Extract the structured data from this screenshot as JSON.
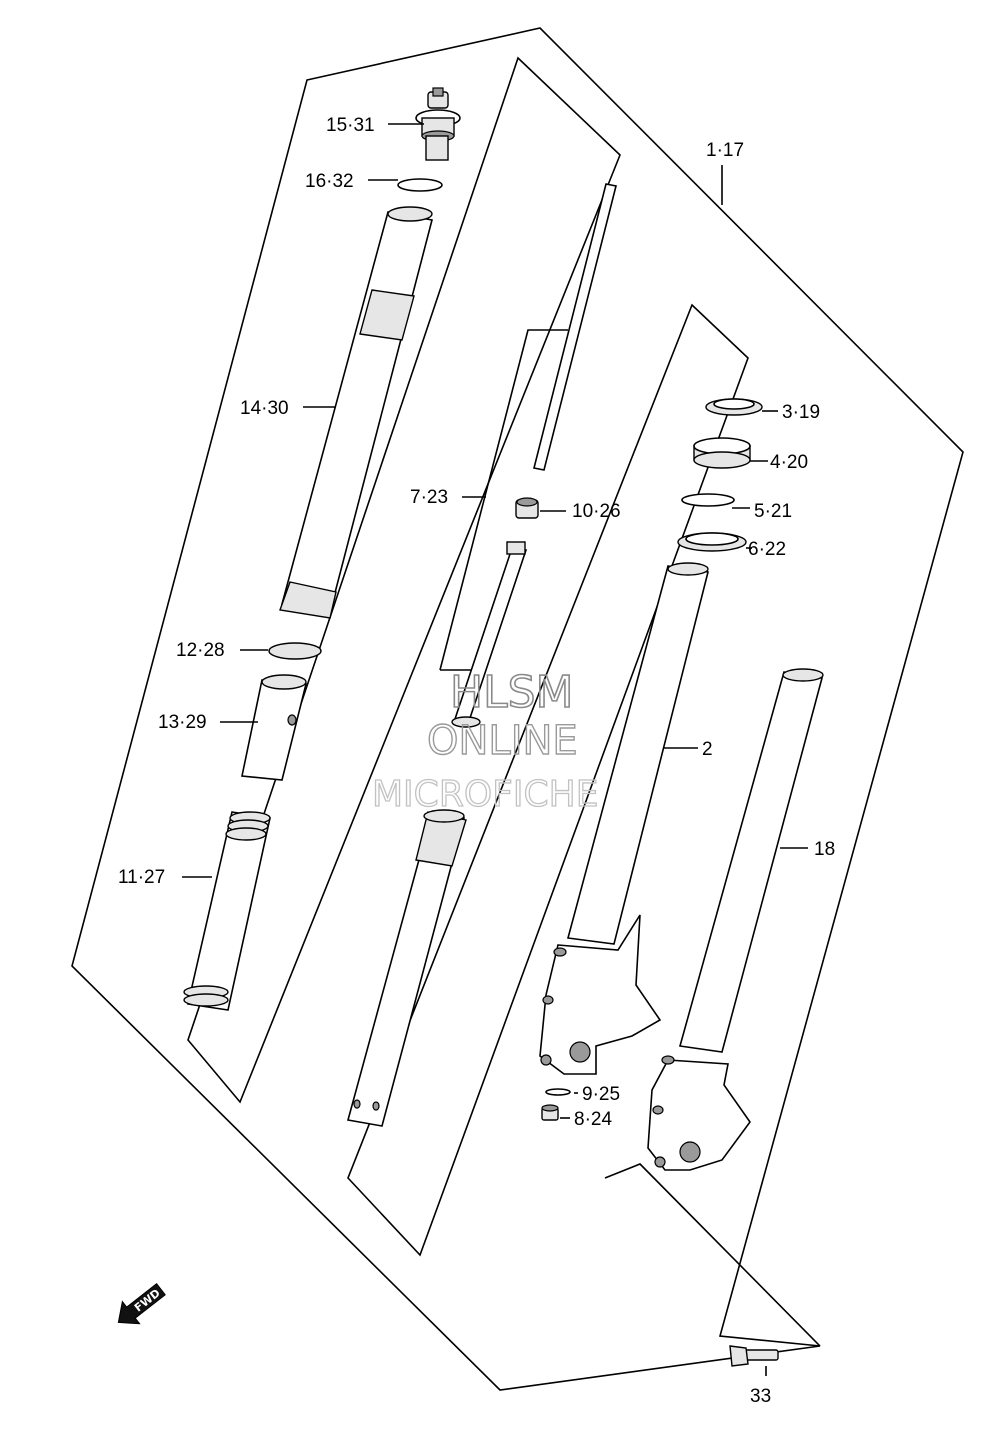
{
  "labels": {
    "p1_17": "1·17",
    "p2": "2",
    "p3_19": "3·19",
    "p4_20": "4·20",
    "p5_21": "5·21",
    "p6_22": "6·22",
    "p7_23": "7·23",
    "p8_24": "8·24",
    "p9_25": "9·25",
    "p10_26": "10·26",
    "p11_27": "11·27",
    "p12_28": "12·28",
    "p13_29": "13·29",
    "p14_30": "14·30",
    "p15_31": "15·31",
    "p16_32": "16·32",
    "p18": "18",
    "p33": "33"
  },
  "watermark": {
    "line1": "HLSM",
    "line2": "ONLINE",
    "line3": "MICROFICHE"
  },
  "direction_badge": "FWD"
}
